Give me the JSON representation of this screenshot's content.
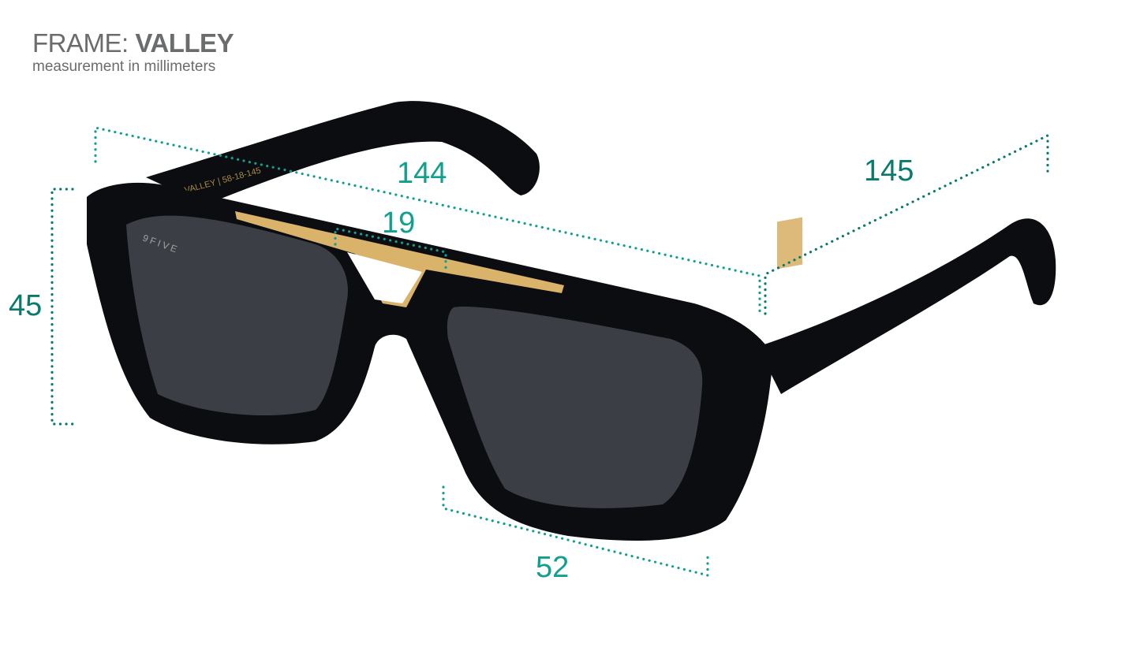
{
  "header": {
    "frame_label": "FRAME:",
    "frame_name": "VALLEY",
    "subtitle": "measurement in millimeters"
  },
  "dimensions": {
    "total_width": "144",
    "temple_length": "145",
    "bridge": "19",
    "lens_height": "45",
    "lens_width": "52"
  },
  "product_markings": {
    "temple_print": "VALLEY | 58-18-145",
    "lens_logo": "9FIVE"
  },
  "colors": {
    "text_gray": "#6b6c6e",
    "teal_light": "#12a08e",
    "teal_dark": "#0a7a6b",
    "frame": "#0c0d10",
    "lens": "#3b3f45",
    "gold": "#d9b36a"
  }
}
